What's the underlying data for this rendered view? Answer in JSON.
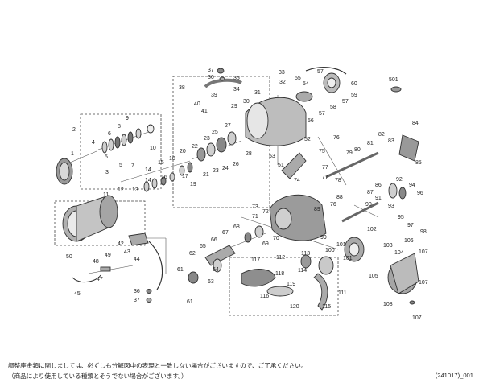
{
  "diagram": {
    "part_numbers": [
      {
        "id": "p1",
        "text": "1"
      },
      {
        "id": "p2",
        "text": "2"
      },
      {
        "id": "p3",
        "text": "3"
      },
      {
        "id": "p4",
        "text": "4"
      },
      {
        "id": "p5a",
        "text": "5"
      },
      {
        "id": "p5b",
        "text": "5"
      },
      {
        "id": "p6",
        "text": "6"
      },
      {
        "id": "p7",
        "text": "7"
      },
      {
        "id": "p8",
        "text": "8"
      },
      {
        "id": "p9",
        "text": "9"
      },
      {
        "id": "p10",
        "text": "10"
      },
      {
        "id": "p11",
        "text": "11"
      },
      {
        "id": "p12",
        "text": "12"
      },
      {
        "id": "p13",
        "text": "13"
      },
      {
        "id": "p14a",
        "text": "14"
      },
      {
        "id": "p14b",
        "text": "14"
      },
      {
        "id": "p15",
        "text": "15"
      },
      {
        "id": "p16",
        "text": "16"
      },
      {
        "id": "p17",
        "text": "17"
      },
      {
        "id": "p18",
        "text": "18"
      },
      {
        "id": "p19",
        "text": "19"
      },
      {
        "id": "p20",
        "text": "20"
      },
      {
        "id": "p21",
        "text": "21"
      },
      {
        "id": "p22",
        "text": "22"
      },
      {
        "id": "p23a",
        "text": "23"
      },
      {
        "id": "p23b",
        "text": "23"
      },
      {
        "id": "p24",
        "text": "24"
      },
      {
        "id": "p25",
        "text": "25"
      },
      {
        "id": "p26",
        "text": "26"
      },
      {
        "id": "p27",
        "text": "27"
      },
      {
        "id": "p28",
        "text": "28"
      },
      {
        "id": "p29",
        "text": "29"
      },
      {
        "id": "p30",
        "text": "30"
      },
      {
        "id": "p31",
        "text": "31"
      },
      {
        "id": "p32",
        "text": "32"
      },
      {
        "id": "p33",
        "text": "33"
      },
      {
        "id": "p34",
        "text": "34"
      },
      {
        "id": "p35",
        "text": "35"
      },
      {
        "id": "p36a",
        "text": "36"
      },
      {
        "id": "p36b",
        "text": "36"
      },
      {
        "id": "p37a",
        "text": "37"
      },
      {
        "id": "p37b",
        "text": "37"
      },
      {
        "id": "p38",
        "text": "38"
      },
      {
        "id": "p39",
        "text": "39"
      },
      {
        "id": "p40",
        "text": "40"
      },
      {
        "id": "p41",
        "text": "41"
      },
      {
        "id": "p42",
        "text": "42"
      },
      {
        "id": "p43",
        "text": "43"
      },
      {
        "id": "p44",
        "text": "44"
      },
      {
        "id": "p45",
        "text": "45"
      },
      {
        "id": "p47",
        "text": "47"
      },
      {
        "id": "p48",
        "text": "48"
      },
      {
        "id": "p49",
        "text": "49"
      },
      {
        "id": "p50",
        "text": "50"
      },
      {
        "id": "p51",
        "text": "51"
      },
      {
        "id": "p52",
        "text": "52"
      },
      {
        "id": "p53",
        "text": "53"
      },
      {
        "id": "p54",
        "text": "54"
      },
      {
        "id": "p55",
        "text": "55"
      },
      {
        "id": "p56",
        "text": "56"
      },
      {
        "id": "p57a",
        "text": "57"
      },
      {
        "id": "p57b",
        "text": "57"
      },
      {
        "id": "p57c",
        "text": "57"
      },
      {
        "id": "p58",
        "text": "58"
      },
      {
        "id": "p59",
        "text": "59"
      },
      {
        "id": "p60",
        "text": "60"
      },
      {
        "id": "p61a",
        "text": "61"
      },
      {
        "id": "p61b",
        "text": "61"
      },
      {
        "id": "p62",
        "text": "62"
      },
      {
        "id": "p63",
        "text": "63"
      },
      {
        "id": "p64",
        "text": "64"
      },
      {
        "id": "p65",
        "text": "65"
      },
      {
        "id": "p66",
        "text": "66"
      },
      {
        "id": "p67",
        "text": "67"
      },
      {
        "id": "p68",
        "text": "68"
      },
      {
        "id": "p69",
        "text": "69"
      },
      {
        "id": "p70",
        "text": "70"
      },
      {
        "id": "p71",
        "text": "71"
      },
      {
        "id": "p72",
        "text": "72"
      },
      {
        "id": "p73",
        "text": "73"
      },
      {
        "id": "p74",
        "text": "74"
      },
      {
        "id": "p75",
        "text": "75"
      },
      {
        "id": "p76a",
        "text": "76"
      },
      {
        "id": "p76b",
        "text": "76"
      },
      {
        "id": "p77a",
        "text": "77"
      },
      {
        "id": "p77b",
        "text": "77"
      },
      {
        "id": "p78",
        "text": "78"
      },
      {
        "id": "p79",
        "text": "79"
      },
      {
        "id": "p80",
        "text": "80"
      },
      {
        "id": "p81",
        "text": "81"
      },
      {
        "id": "p82",
        "text": "82"
      },
      {
        "id": "p83",
        "text": "83"
      },
      {
        "id": "p84",
        "text": "84"
      },
      {
        "id": "p85",
        "text": "85"
      },
      {
        "id": "p86",
        "text": "86"
      },
      {
        "id": "p87",
        "text": "87"
      },
      {
        "id": "p88",
        "text": "88"
      },
      {
        "id": "p89",
        "text": "89"
      },
      {
        "id": "p90",
        "text": "90"
      },
      {
        "id": "p91",
        "text": "91"
      },
      {
        "id": "p92",
        "text": "92"
      },
      {
        "id": "p93",
        "text": "93"
      },
      {
        "id": "p94",
        "text": "94"
      },
      {
        "id": "p95",
        "text": "95"
      },
      {
        "id": "p96",
        "text": "96"
      },
      {
        "id": "p97",
        "text": "97"
      },
      {
        "id": "p98",
        "text": "98"
      },
      {
        "id": "p99",
        "text": "99"
      },
      {
        "id": "p100",
        "text": "100"
      },
      {
        "id": "p101a",
        "text": "101"
      },
      {
        "id": "p101b",
        "text": "101"
      },
      {
        "id": "p102",
        "text": "102"
      },
      {
        "id": "p103",
        "text": "103"
      },
      {
        "id": "p104",
        "text": "104"
      },
      {
        "id": "p105",
        "text": "105"
      },
      {
        "id": "p106",
        "text": "106"
      },
      {
        "id": "p107a",
        "text": "107"
      },
      {
        "id": "p107b",
        "text": "107"
      },
      {
        "id": "p107c",
        "text": "107"
      },
      {
        "id": "p108",
        "text": "108"
      },
      {
        "id": "p111",
        "text": "111"
      },
      {
        "id": "p112",
        "text": "112"
      },
      {
        "id": "p113",
        "text": "113"
      },
      {
        "id": "p114",
        "text": "114"
      },
      {
        "id": "p115",
        "text": "115"
      },
      {
        "id": "p116",
        "text": "116"
      },
      {
        "id": "p117",
        "text": "117"
      },
      {
        "id": "p118",
        "text": "118"
      },
      {
        "id": "p119",
        "text": "119"
      },
      {
        "id": "p120",
        "text": "120"
      },
      {
        "id": "p501",
        "text": "501"
      }
    ]
  },
  "footer": {
    "note_line_1": "調整座金類に関しましては、必ずしも分解図中の表現と一致しない場合がございますので、ご了承ください。",
    "note_line_2": "（商品により使用している種類とそうでない場合がございます。）",
    "revision_code": "(241017)_001"
  }
}
